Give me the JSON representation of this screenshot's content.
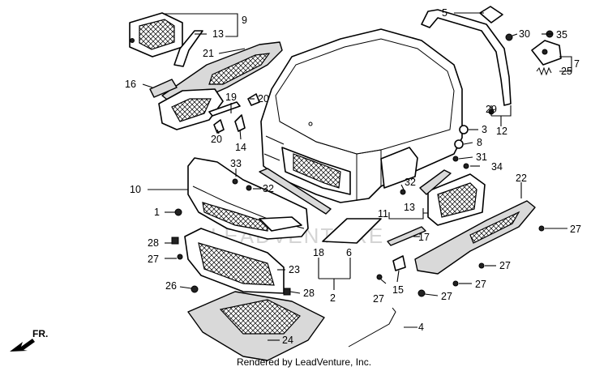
{
  "caption": "Rendered by LeadVenture, Inc.",
  "watermark": "LEADVENTURE",
  "direction_label": "FR.",
  "callouts": {
    "c1": "1",
    "c2": "2",
    "c3": "3",
    "c4": "4",
    "c5": "5",
    "c6": "6",
    "c7": "7",
    "c8": "8",
    "c9": "9",
    "c10": "10",
    "c11": "11",
    "c12": "12",
    "c13a": "13",
    "c13b": "13",
    "c14": "14",
    "c15": "15",
    "c16": "16",
    "c17": "17",
    "c18": "18",
    "c19": "19",
    "c20a": "20",
    "c20b": "20",
    "c21": "21",
    "c22": "22",
    "c23": "23",
    "c24": "24",
    "c25": "25",
    "c26": "26",
    "c27a": "27",
    "c27b": "27",
    "c27c": "27",
    "c27d": "27",
    "c27e": "27",
    "c27f": "27",
    "c28a": "28",
    "c28b": "28",
    "c29": "29",
    "c30": "30",
    "c31": "31",
    "c32a": "32",
    "c32b": "32",
    "c33": "33",
    "c34": "34",
    "c35": "35"
  },
  "colors": {
    "line": "#000000",
    "fill": "#ffffff",
    "shade": "#d9d9d9",
    "watermark": "#d4d4d4"
  }
}
